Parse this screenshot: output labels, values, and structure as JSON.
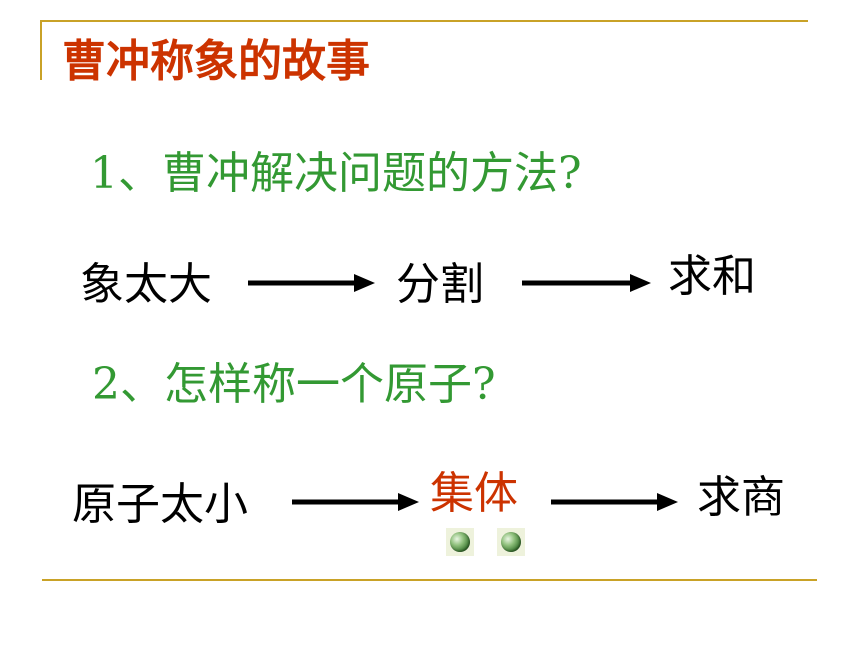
{
  "slide": {
    "title": "曹冲称象的故事",
    "question1": "1、曹冲解决问题的方法?",
    "row1": {
      "a": "象太大",
      "b": "分割",
      "c": "求和"
    },
    "question2": "2、怎样称一个原子?",
    "row2": {
      "a": "原子太小",
      "b": "集体",
      "c": "求商"
    }
  },
  "colors": {
    "title": "#cc3300",
    "question": "#339933",
    "highlight": "#cc3300",
    "rule": "#c9a227"
  }
}
